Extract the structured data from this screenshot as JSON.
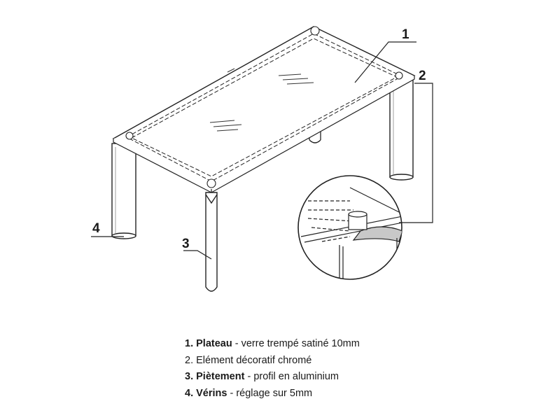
{
  "callouts": [
    "1",
    "2",
    "3",
    "4"
  ],
  "legend": [
    {
      "title": "1. Plateau",
      "sep": " - ",
      "desc": "verre trempé satiné 10mm",
      "bold": true
    },
    {
      "title": "2. Elément décoratif chromé",
      "sep": "",
      "desc": "",
      "bold": false
    },
    {
      "title": "3. Piètement",
      "sep": " - ",
      "desc": "profil en aluminium",
      "bold": true
    },
    {
      "title": "4. Vérins",
      "sep": " - ",
      "desc": "réglage sur 5mm",
      "bold": true
    }
  ]
}
